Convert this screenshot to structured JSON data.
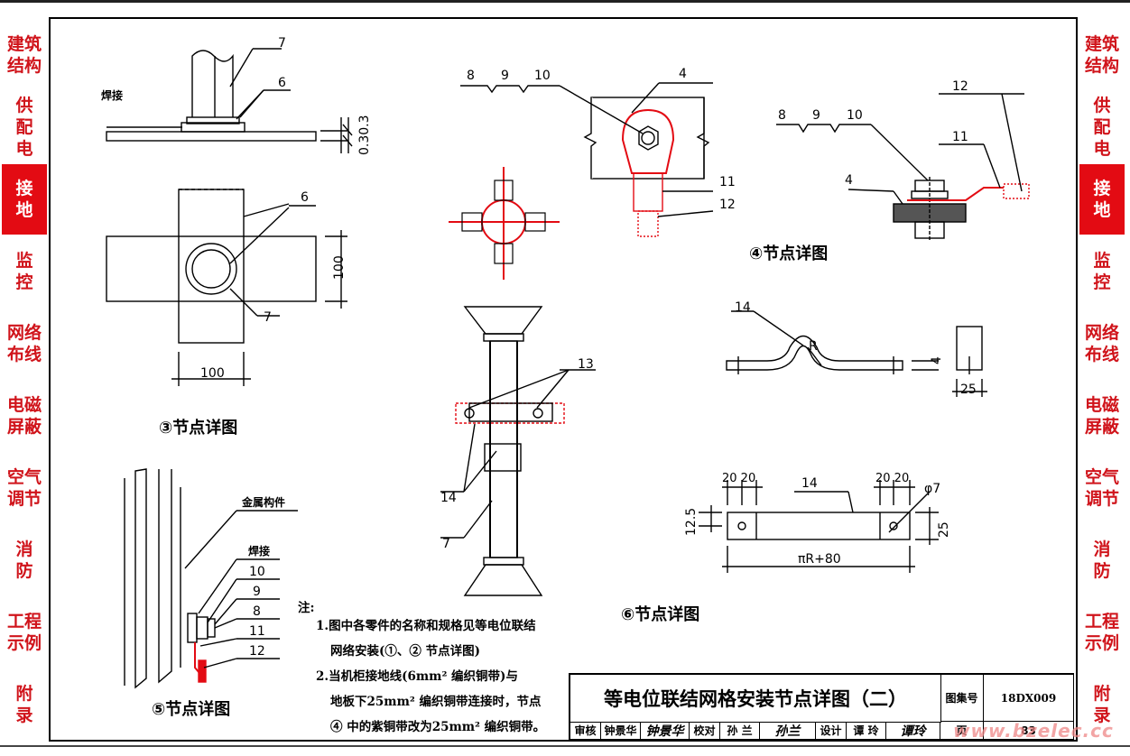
{
  "sidebar_left": [
    {
      "label": "建筑\n结构",
      "active": false
    },
    {
      "label": "供\n配\n电",
      "active": false
    },
    {
      "label": "接\n地",
      "active": true
    },
    {
      "label": "监\n控",
      "active": false
    },
    {
      "label": "网络\n布线",
      "active": false
    },
    {
      "label": "电磁\n屏蔽",
      "active": false
    },
    {
      "label": "空气\n调节",
      "active": false
    },
    {
      "label": "消\n防",
      "active": false
    },
    {
      "label": "工程\n示例",
      "active": false
    },
    {
      "label": "附\n录",
      "active": false
    }
  ],
  "sidebar_right": [
    {
      "label": "建筑\n结构",
      "active": false
    },
    {
      "label": "供\n配\n电",
      "active": false
    },
    {
      "label": "接\n地",
      "active": true
    },
    {
      "label": "监\n控",
      "active": false
    },
    {
      "label": "网络\n布线",
      "active": false
    },
    {
      "label": "电磁\n屏蔽",
      "active": false
    },
    {
      "label": "空气\n调节",
      "active": false
    },
    {
      "label": "消\n防",
      "active": false
    },
    {
      "label": "工程\n示例",
      "active": false
    },
    {
      "label": "附\n录",
      "active": false
    }
  ],
  "colors": {
    "accent": "#e30b13",
    "text_red": "#d0141b",
    "ink": "#000000"
  },
  "drawing": {
    "detail3": {
      "title": "③节点详图",
      "callouts": {
        "c7a": "7",
        "c6a": "6",
        "weld": "焊接",
        "dim_plate": "0.30.3",
        "c6b": "6",
        "dim_100v": "100",
        "c7b": "7",
        "dim_100h": "100"
      }
    },
    "detail4": {
      "title": "④节点详图",
      "callouts": {
        "a8": "8",
        "a9": "9",
        "a10": "10",
        "a4": "4",
        "a11": "11",
        "a12": "12",
        "b8": "8",
        "b9": "9",
        "b10": "10",
        "b12": "12",
        "b11": "11",
        "b4": "4"
      }
    },
    "detail5": {
      "title": "⑤节点详图",
      "callouts": {
        "metal": "金属构件",
        "weld": "焊接",
        "c10": "10",
        "c9": "9",
        "c8": "8",
        "c11": "11",
        "c12": "12"
      }
    },
    "detail6": {
      "title": "⑥节点详图",
      "callouts": {
        "c13": "13",
        "c14a": "14",
        "c7": "7",
        "c14b": "14",
        "r": "R",
        "dim4": "4",
        "dim25a": "25",
        "dim2020a": "20 20",
        "c14c": "14",
        "dim2020b": "20 20",
        "phi7": "φ7",
        "dim125": "12.5",
        "dim25b": "25",
        "dimlen": "πR+80"
      }
    }
  },
  "notes": {
    "head": "注:",
    "lines": [
      "1.图中各零件的名称和规格见等电位联结",
      "网络安装(①、② 节点详图)",
      "2.当机柜接地线(6mm² 编织铜带)与",
      "地板下25mm² 编织铜带连接时，节点",
      "④ 中的紫铜带改为25mm² 编织铜带。"
    ]
  },
  "title_block": {
    "title": "等电位联结网格安装节点详图（二）",
    "atlas_label": "图集号",
    "atlas_no": "18DX009",
    "review_label": "审核",
    "reviewer": "钟景华",
    "review_sign": "钟景华",
    "check_label": "校对",
    "checker": "孙 兰",
    "check_sign": "孙兰",
    "design_label": "设计",
    "designer": "谭 玲",
    "design_sign": "谭玲",
    "page_label": "页",
    "page_no": "83"
  },
  "watermark": "www.bzelec.cc"
}
